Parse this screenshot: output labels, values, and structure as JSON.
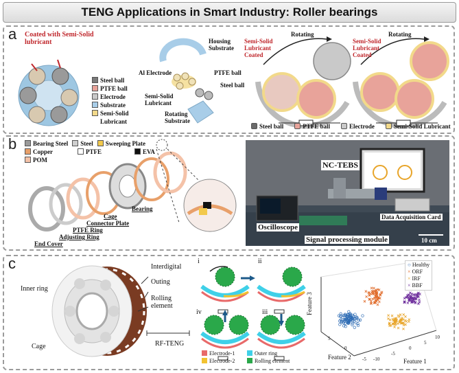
{
  "title": "TENG Applications in Smart Industry: Roller bearings",
  "panel_a": {
    "label": "a",
    "coated_title_l1": "Coated with Semi-Solid",
    "coated_title_l2": "lubricant",
    "legend": [
      "Steel ball",
      "PTFE ball",
      "Electrode",
      "Substrate",
      "Semi-Solid",
      "Lubricant"
    ],
    "legend_colors": [
      "#7a7a7a",
      "#e8a39a",
      "#c9c9c9",
      "#a8cde8",
      "#f2d98a"
    ],
    "exploded": {
      "housing_l1": "Housing",
      "housing_l2": "Substrate",
      "al_electrode": "Al Electrode",
      "ptfe_ball": "PTFE ball",
      "steel_ball": "Steel  ball",
      "semi_l1": "Semi-Solid",
      "semi_l2": "Lubricant",
      "rot_l1": "Rotating",
      "rot_l2": "Substrate"
    },
    "schematic": {
      "rotating": "Rotating",
      "coated_l1": "Semi-Solid",
      "coated_l2": "Lubricant",
      "coated_l3": "Coated"
    },
    "bottom_legend": [
      "Steel  ball",
      "PTFE ball",
      "Electrode",
      "Semi-Solid Lubricant"
    ],
    "bottom_colors": [
      "#6b6b6b",
      "#e8a39a",
      "#c9c9c9",
      "#f2d98a"
    ]
  },
  "panel_b": {
    "label": "b",
    "legend": [
      {
        "name": "Bearing Steel",
        "color": "#9a9a9a"
      },
      {
        "name": "Steel",
        "color": "#cfcfcf"
      },
      {
        "name": "Sweeping Plate",
        "color": "#f2c94c"
      },
      {
        "name": "Copper",
        "color": "#e8a06a"
      },
      {
        "name": "PTFE",
        "color": "#ffffff"
      },
      {
        "name": "EVA",
        "color": "#111111"
      },
      {
        "name": "POM",
        "color": "#f4c2a8"
      }
    ],
    "parts": [
      "Bearing",
      "Cage",
      "Connector Plate",
      "PTFE Ring",
      "Adjusting Ring",
      "End Cover"
    ],
    "photo_labels": {
      "ncteb": "NC-TEBS",
      "oscilloscope": "Oscilloscope",
      "daq": "Data Acquisition Card",
      "signal": "Signal processing module",
      "scale": "10 cm"
    }
  },
  "panel_c": {
    "label": "c",
    "bearing_labels": {
      "inner_ring": "Inner ring",
      "cage": "Cage",
      "interdigital": "Interdigital",
      "outing": "Outing",
      "rolling_l1": "Rolling",
      "rolling_l2": "element",
      "rfteng": "RF-TENG"
    },
    "stages": [
      "i",
      "ii",
      "iii",
      "iv"
    ],
    "legend": [
      {
        "name": "Electrode-1",
        "color": "#e86a6a"
      },
      {
        "name": "Outer ring",
        "color": "#3fd0e8"
      },
      {
        "name": "Electrode-2",
        "color": "#f2c230"
      },
      {
        "name": "Rolling element",
        "color": "#2aa84a"
      }
    ]
  },
  "chart_data": {
    "type": "scatter",
    "xlabel": "Feature 1",
    "ylabel": "Feature 2",
    "zlabel": "Feature 3",
    "x_ticks": [
      "-10",
      "-5",
      "0",
      "5",
      "10"
    ],
    "y_ticks": [
      "-5",
      "0",
      "5"
    ],
    "legend_position": "top-right",
    "series": [
      {
        "name": "Healthy",
        "color": "#2f6db5",
        "marker": "circle"
      },
      {
        "name": "ORF",
        "color": "#e06b2a",
        "marker": "x"
      },
      {
        "name": "IRF",
        "color": "#e8a52a",
        "marker": "x"
      },
      {
        "name": "BBF",
        "color": "#6b2a9a",
        "marker": "x"
      }
    ]
  }
}
